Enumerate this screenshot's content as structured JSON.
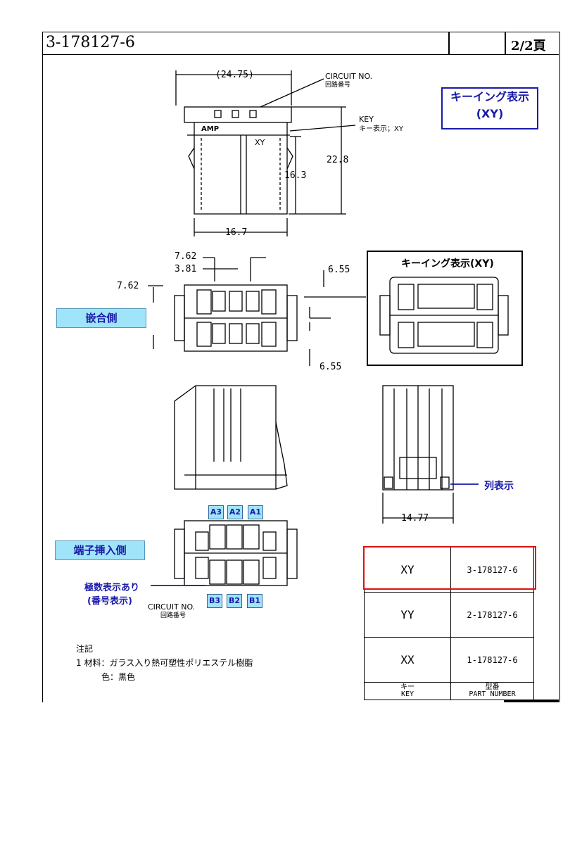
{
  "header": {
    "part_number": "3-178127-6",
    "page": "2/2頁"
  },
  "top_view": {
    "width_dim": "(24.75)",
    "circuit_label": "CIRCUIT NO.",
    "circuit_label_jp": "回路番号",
    "key_label": "KEY",
    "key_label_jp": "キー表示；XY",
    "height_dim_1": "22.8",
    "height_dim_2": "16.3",
    "bottom_dim": "16.7",
    "brand": "AMP",
    "key_mark": "XY"
  },
  "keying_display": {
    "title": "キーイング表示",
    "value": "(XY)"
  },
  "mating_view": {
    "label": "嵌合側",
    "dim_a": "7.62",
    "dim_b": "3.81",
    "dim_c": "7.62",
    "dim_d": "6.55",
    "dim_e": "6.55",
    "detail_title": "キーイング表示(XY)"
  },
  "side_view": {
    "width_dim": "14.77",
    "row_label": "列表示"
  },
  "insert_view": {
    "label": "端子挿入側",
    "pins_top": [
      "A3",
      "A2",
      "A1"
    ],
    "pins_bottom": [
      "B3",
      "B2",
      "B1"
    ],
    "pole_label_1": "極数表示あり",
    "pole_label_2": "(番号表示)",
    "circuit_label": "CIRCUIT NO.",
    "circuit_label_jp": "回路番号"
  },
  "notes": {
    "heading": "注記",
    "line1": "1 材料：ガラス入り熱可塑性ポリエステル樹脂",
    "line2": "色：黒色"
  },
  "key_table": {
    "rows": [
      {
        "key": "XY",
        "part": "3-178127-6"
      },
      {
        "key": "YY",
        "part": "2-178127-6"
      },
      {
        "key": "XX",
        "part": "1-178127-6"
      }
    ],
    "header_key_jp": "キー",
    "header_key": "KEY",
    "header_part_jp": "型番",
    "header_part": "PART NUMBER"
  },
  "colors": {
    "accent_blue": "#1a1aa8",
    "label_cyan": "#9fe4f8",
    "highlight_red": "#d11111"
  }
}
